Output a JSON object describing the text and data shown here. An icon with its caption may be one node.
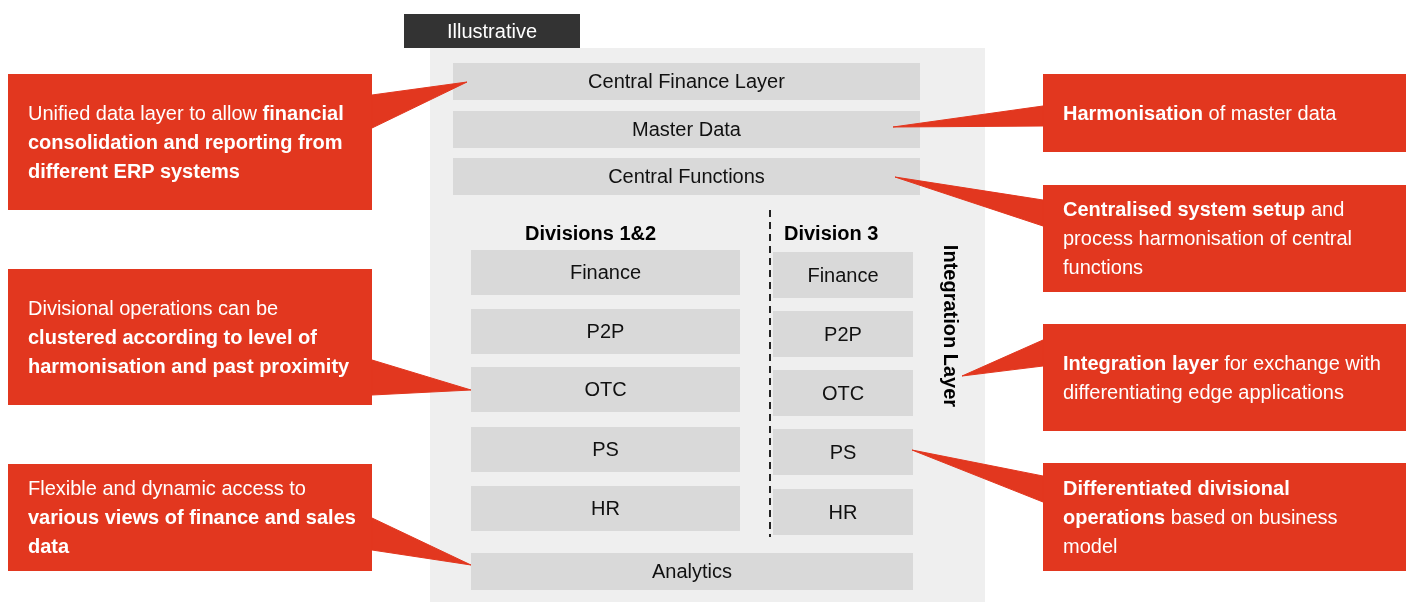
{
  "diagram": {
    "nodes": [
      {
        "text": [],
        "shape": "box"
      },
      {
        "text": [
          "Central Finance Layer"
        ],
        "in": 0
      },
      {
        "text": [
          "Master Data"
        ],
        "in": 0
      },
      {
        "text": [
          "Central Functions"
        ],
        "in": 0
      },
      {
        "text": [
          "Finance"
        ],
        "in": 0
      },
      {
        "text": [
          "P2P"
        ],
        "in": 0
      },
      {
        "text": [
          "OTC"
        ],
        "in": 0
      },
      {
        "text": [
          "PS"
        ],
        "in": 0
      },
      {
        "text": [
          "HR"
        ],
        "in": 0
      },
      {
        "text": [
          "Finance"
        ],
        "in": 0
      },
      {
        "text": [
          "P2P"
        ],
        "in": 0
      },
      {
        "text": [
          "OTC"
        ],
        "in": 0
      },
      {
        "text": [
          "PS"
        ],
        "in": 0
      },
      {
        "text": [
          "HR"
        ],
        "in": 0
      },
      {
        "text": [
          "Integration Layer"
        ],
        "in": 0
      },
      {
        "text": [
          "Analytics"
        ],
        "in": 0
      },
      {
        "text": [
          "Unified data layer to allow **financial consolidation and reporting from different ERP systems**"
        ]
      },
      {
        "text": [
          "Divisional operations can be **clustered according to level of harmonisation and past proximity**"
        ]
      },
      {
        "text": [
          "Flexible and dynamic access to **various views of finance and sales data**"
        ]
      },
      {
        "text": [
          "**Harmonisation** of master data"
        ]
      },
      {
        "text": [
          "**Centralised system setup** and process harmonisation of central functions"
        ]
      },
      {
        "text": [
          "**Integration layer** for exchange with differentiating edge applications"
        ]
      },
      {
        "text": [
          "**Differentiated divisional operations** based on business model"
        ]
      }
    ],
    "edges": [
      {
        "from": 16,
        "to": 1,
        "arrow": "none"
      },
      {
        "from": 17,
        "to": 6,
        "arrow": "none"
      },
      {
        "from": 18,
        "to": 15,
        "arrow": "none"
      },
      {
        "from": 19,
        "to": 2,
        "arrow": "none"
      },
      {
        "from": 20,
        "to": 3,
        "arrow": "none"
      },
      {
        "from": 21,
        "to": 14,
        "arrow": "none"
      },
      {
        "from": 22,
        "to": 12,
        "arrow": "none"
      }
    ],
    "labels": [
      "Illustrative",
      "Divisions 1&2",
      "Division 3"
    ]
  }
}
